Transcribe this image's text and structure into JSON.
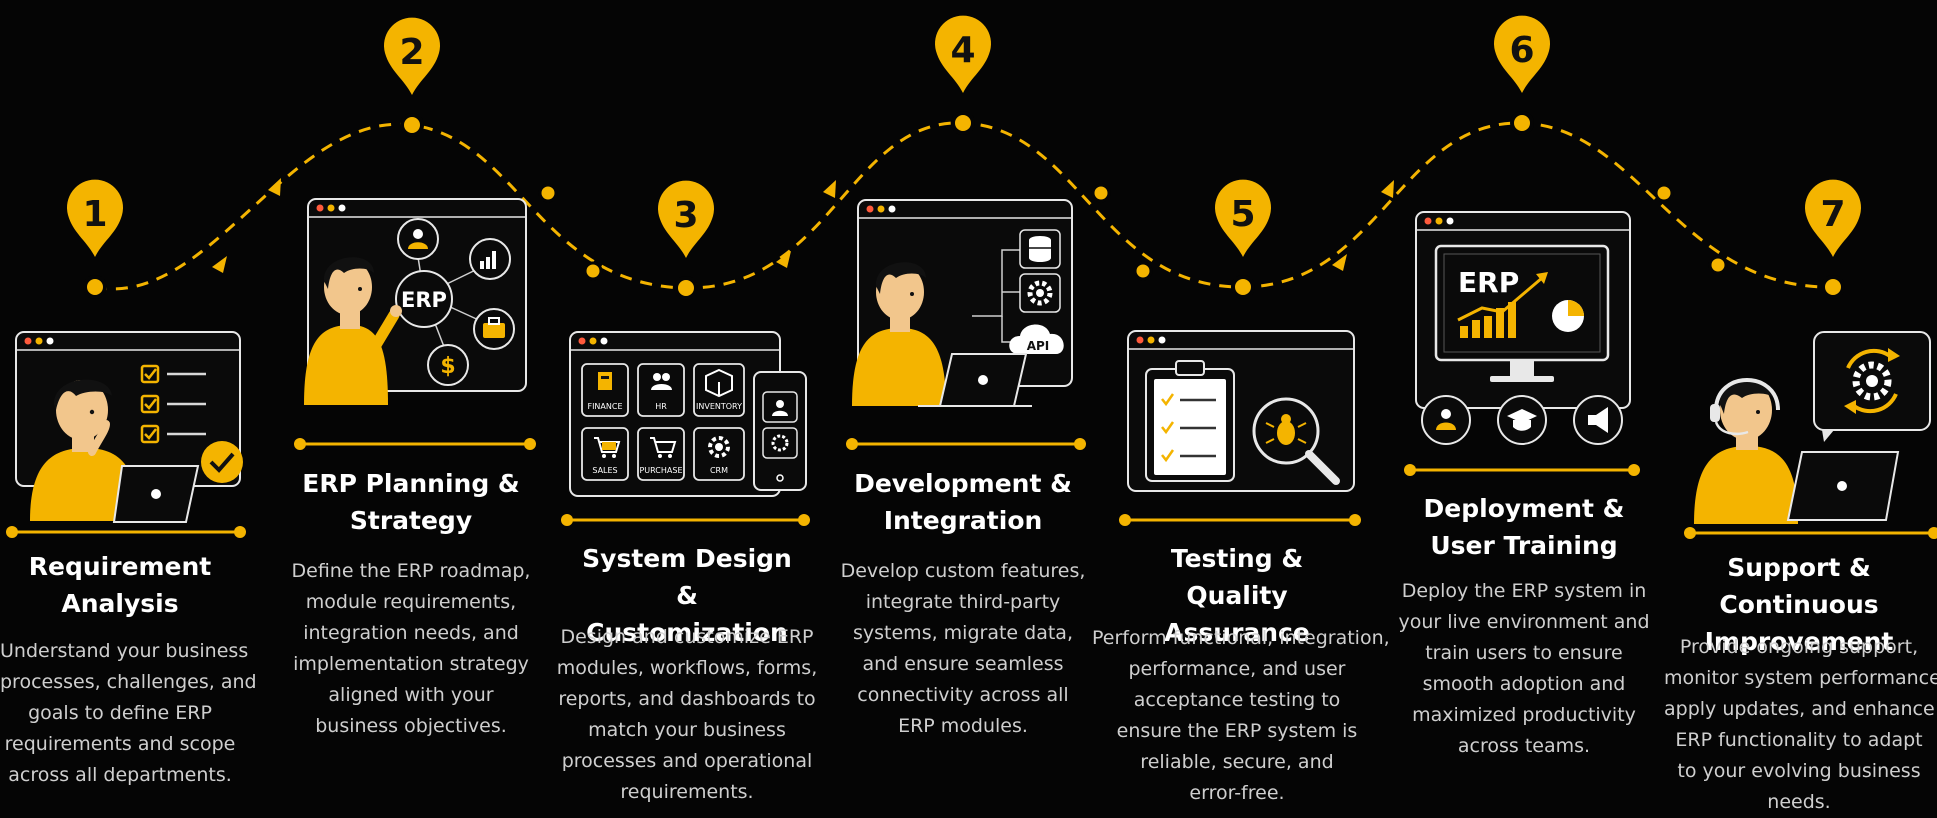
{
  "accent_color": "#F4B400",
  "background_color": "#050505",
  "steps": [
    {
      "number": "1",
      "title": [
        "Requirement",
        "Analysis"
      ],
      "description": [
        "Understand your business",
        "processes, challenges, and",
        "goals to define ERP",
        "requirements and scope",
        "across all departments."
      ],
      "icons": [
        "developer-person-icon",
        "laptop-icon",
        "checklist-icon",
        "check-badge-icon"
      ]
    },
    {
      "number": "2",
      "title": [
        "ERP Planning &",
        "Strategy"
      ],
      "description": [
        "Define the ERP roadmap,",
        "module requirements,",
        "integration needs, and",
        "implementation strategy",
        "aligned with your",
        "business objectives."
      ],
      "icons": [
        "presenter-person-icon",
        "users-icon",
        "bar-chart-icon",
        "dollar-icon",
        "briefcase-icon"
      ],
      "illustration_label": "ERP"
    },
    {
      "number": "3",
      "title": [
        "System Design &",
        "Customization"
      ],
      "description": [
        "Design and customize ERP",
        "modules, workflows, forms,",
        "reports, and dashboards to",
        "match your business",
        "processes and operational",
        "requirements."
      ],
      "modules": [
        "FINANCE",
        "HR",
        "INVENTORY",
        "SALES",
        "PURCHASE",
        "CRM"
      ],
      "icons": [
        "finance-icon",
        "hr-icon",
        "inventory-icon",
        "sales-icon",
        "purchase-icon",
        "crm-gear-icon",
        "mobile-device-icon"
      ]
    },
    {
      "number": "4",
      "title": [
        "Development &",
        "Integration"
      ],
      "description": [
        "Develop custom features,",
        "integrate third-party",
        "systems, migrate data,",
        "and ensure seamless",
        "connectivity across all",
        "ERP modules."
      ],
      "icons": [
        "developer-person-icon",
        "laptop-icon",
        "database-icon",
        "gear-icon",
        "api-cloud-icon"
      ],
      "illustration_label": "API"
    },
    {
      "number": "5",
      "title": [
        "Testing &",
        "Quality Assurance"
      ],
      "description": [
        "Perform functional, integration,",
        "performance, and user",
        "acceptance testing to",
        "ensure the ERP system is",
        "reliable, secure, and",
        "error-free."
      ],
      "icons": [
        "clipboard-checklist-icon",
        "magnifier-bug-icon"
      ]
    },
    {
      "number": "6",
      "title": [
        "Deployment &",
        "User Training"
      ],
      "description": [
        "Deploy the ERP system in",
        "your live environment and",
        "train users to ensure",
        "smooth adoption and",
        "maximized productivity",
        "across teams."
      ],
      "icons": [
        "monitor-icon",
        "growth-chart-icon",
        "users-icon",
        "graduation-cap-icon",
        "megaphone-icon"
      ],
      "illustration_label": "ERP"
    },
    {
      "number": "7",
      "title": [
        "Support &",
        "Continuous Improvement"
      ],
      "description": [
        "Provide ongoing support,",
        "monitor system performance,",
        "apply updates, and enhance",
        "ERP functionality to adapt",
        "to your evolving business",
        "needs."
      ],
      "icons": [
        "headset-support-person-icon",
        "laptop-icon",
        "refresh-gear-icon"
      ]
    }
  ]
}
